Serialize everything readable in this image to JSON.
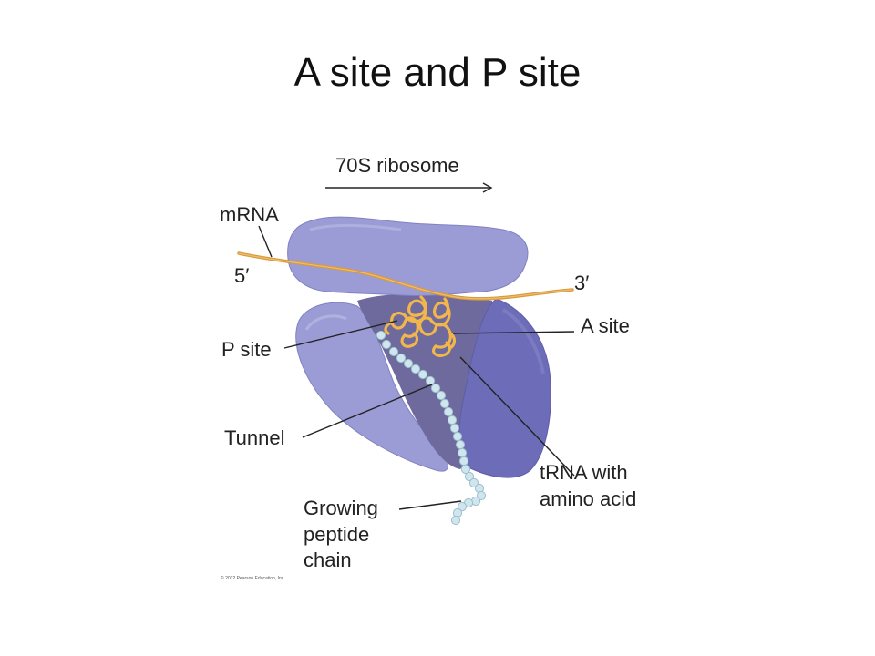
{
  "slide": {
    "title": "A site and P site"
  },
  "diagram": {
    "labels": {
      "ribosome": "70S ribosome",
      "mrna": "mRNA",
      "five_prime": "5′",
      "three_prime": "3′",
      "a_site": "A site",
      "p_site": "P site",
      "tunnel": "Tunnel",
      "trna": "tRNA with\namino acid",
      "peptide": "Growing\npeptide\nchain"
    },
    "credit": "© 2012 Pearson Education, Inc.",
    "colors": {
      "ribosome_light": "#9b9cd6",
      "ribosome_mid": "#8686c8",
      "ribosome_dark": "#6c6cb8",
      "tunnel_shade": "#6e6a9e",
      "mrna": "#d99a3a",
      "trna": "#f2b64a",
      "peptide_bead": "#cfe6ee",
      "leader_line": "#222222"
    }
  }
}
